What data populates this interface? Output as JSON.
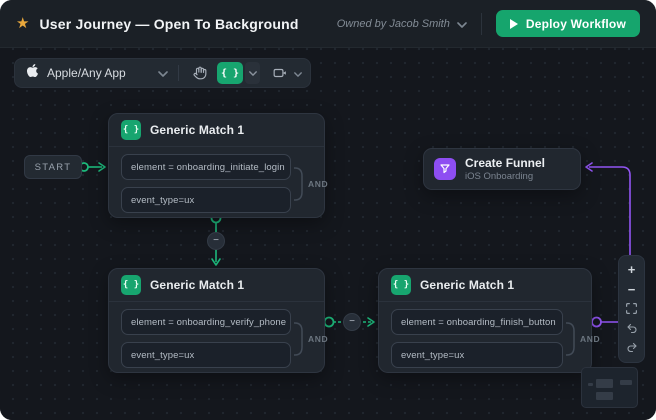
{
  "header": {
    "title": "User Journey — Open To Background",
    "owner": "Owned by Jacob Smith",
    "deploy_label": "Deploy Workflow"
  },
  "toolbar": {
    "app_selector": "Apple/Any App"
  },
  "canvas": {
    "start_label": "START",
    "nodes": [
      {
        "title": "Generic Match 1",
        "rows": [
          "element = onboarding_initiate_login",
          "event_type=ux"
        ],
        "operator": "AND"
      },
      {
        "title": "Generic Match 1",
        "rows": [
          "element = onboarding_verify_phone",
          "event_type=ux"
        ],
        "operator": "AND"
      },
      {
        "title": "Generic Match 1",
        "rows": [
          "element = onboarding_finish_button",
          "event_type=ux"
        ],
        "operator": "AND"
      },
      {
        "title": "Create Funnel",
        "subtitle": "iOS Onboarding"
      }
    ]
  },
  "icons": {
    "braces": "{ }",
    "minus": "−",
    "zoom_in": "+",
    "zoom_out": "−"
  },
  "colors": {
    "green": "#18A96F",
    "purple": "#9255F3",
    "gold": "#E9A83C",
    "node_bg": "#21272F",
    "canvas_bg": "#14171D"
  }
}
